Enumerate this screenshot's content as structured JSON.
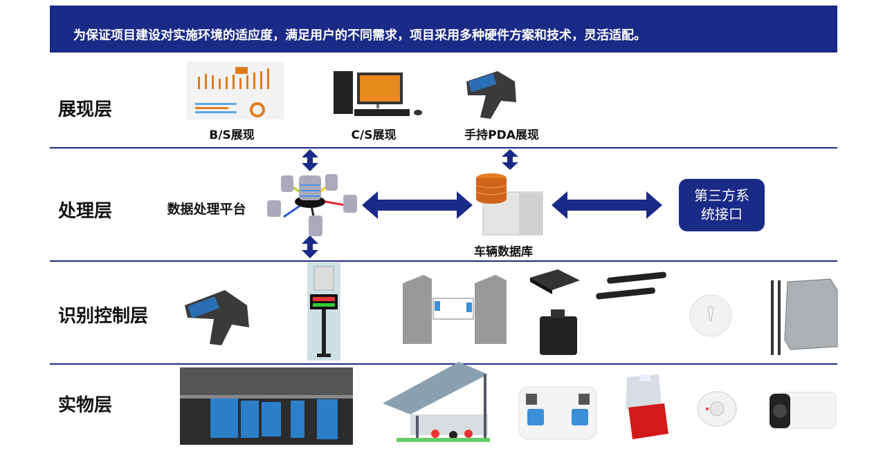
{
  "header": {
    "text": "为保证项目建设对实施环境的适应度，满足用户的不同需求，项目采用多种硬件方案和技术，灵活适配。"
  },
  "layers": {
    "presentation": "展现层",
    "processing": "处理层",
    "recognition": "识别控制层",
    "physical": "实物层"
  },
  "presentation": {
    "bs": "B/S展现",
    "cs": "C/S展现",
    "pda": "手持PDA展现"
  },
  "processing": {
    "platform": "数据处理平台",
    "database": "车辆数据库",
    "third_party_line1": "第三方系",
    "third_party_line2": "统接口"
  },
  "colors": {
    "primary": "#1a2a87",
    "accent": "#e07b1a"
  }
}
